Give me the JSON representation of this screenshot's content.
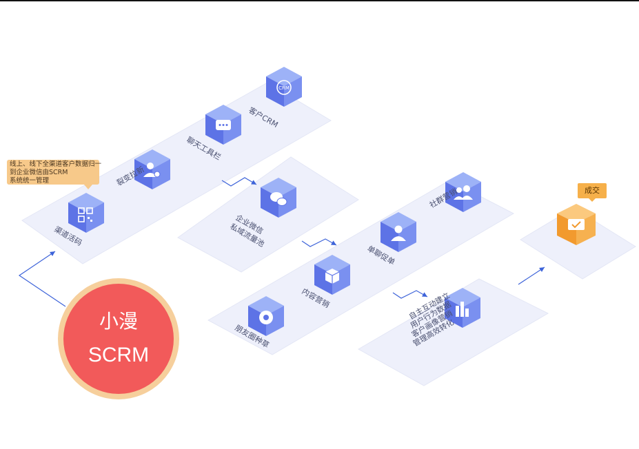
{
  "callout": {
    "lines": [
      "线上、线下全渠道客户数据归一",
      "到企业微信由SCRM",
      "系统统一管理"
    ]
  },
  "nodes": {
    "crm": {
      "label": "客户CRM",
      "icon": "crm-icon"
    },
    "chat_tool": {
      "label": "聊天工具栏",
      "icon": "chat-bubble-icon"
    },
    "fission": {
      "label": "裂变拉新",
      "icon": "add-user-icon"
    },
    "channel_qr": {
      "label": "渠道活码",
      "icon": "qr-code-icon"
    },
    "wecom_pool": {
      "label_lines": [
        "企业微信",
        "私域流量池"
      ],
      "icon": "wechat-icon"
    },
    "community": {
      "label": "社群营销",
      "icon": "group-icon"
    },
    "one_to_one": {
      "label": "单聊促单",
      "icon": "person-icon"
    },
    "content": {
      "label": "内容营销",
      "icon": "cube-icon"
    },
    "moments": {
      "label": "朋友圈种草",
      "icon": "camera-aperture-icon"
    },
    "analytics": {
      "label_lines": [
        "自主互动建立",
        "用户行为数据",
        "客户画像营销",
        "管理高效转化"
      ],
      "icon": "bar-chart-icon"
    },
    "deal": {
      "label": "成交",
      "icon": "deal-check-icon"
    }
  },
  "brand": {
    "line1": "小漫",
    "line2": "SCRM"
  },
  "colors": {
    "platform": "#eef0fb",
    "platform_edge": "#dde1f3",
    "cube_top": "#9db2f7",
    "cube_left": "#5d73e6",
    "cube_right": "#7a90f0",
    "arrow": "#3d63d9",
    "brand_ring": "#f6cf9c",
    "brand_fill": "#f25a5a",
    "deal_cube": "#f6a43c",
    "callout_bg": "#f7c98a"
  }
}
